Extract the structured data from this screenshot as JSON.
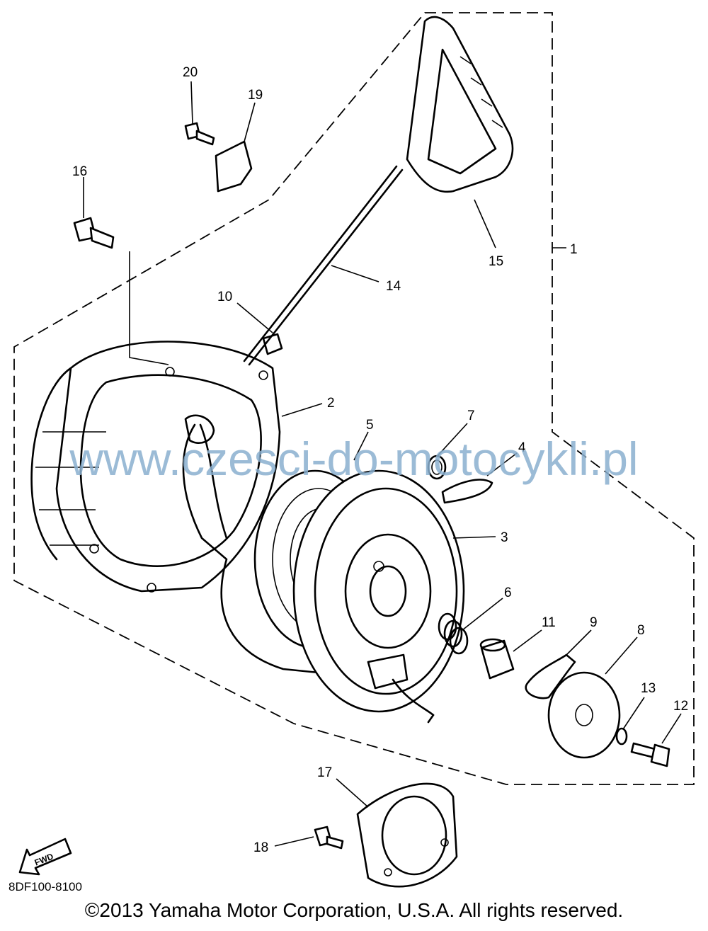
{
  "diagram": {
    "callouts": [
      "1",
      "2",
      "3",
      "4",
      "5",
      "6",
      "7",
      "8",
      "9",
      "10",
      "11",
      "12",
      "13",
      "14",
      "15",
      "16",
      "17",
      "18",
      "19",
      "20"
    ],
    "fwd_label": "FWD",
    "diagram_code": "8DF100-8100",
    "watermark": "www.czesci-do-motocykli.pl",
    "copyright": "©2013 Yamaha Motor Corporation, U.S.A. All rights reserved."
  }
}
